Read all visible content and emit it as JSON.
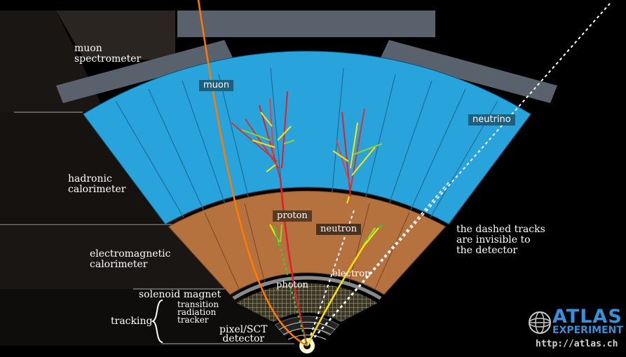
{
  "labels": {
    "muon_spectrometer": [
      "muon",
      "spectrometer"
    ],
    "hadronic_calorimeter": [
      "hadronic",
      "calorimeter"
    ],
    "electromagnetic_calorimeter": [
      "electromagnetic",
      "calorimeter"
    ],
    "solenoid_magnet": "solenoid magnet",
    "tracking": "tracking",
    "trt": [
      "transition",
      "radiation",
      "tracker"
    ],
    "pixel_sct": [
      "pixel/SCT",
      "detector"
    ],
    "note": [
      "the dashed tracks",
      "are invisible to",
      "the detector"
    ]
  },
  "particles": {
    "muon": "muon",
    "neutrino": "neutrino",
    "proton": "proton",
    "neutron": "neutron",
    "photon": "photon",
    "electron": "electron"
  },
  "logo": {
    "name": "ATLAS",
    "subtitle": "EXPERIMENT",
    "url": "http://atlas.ch"
  },
  "colors": {
    "background": "#000000",
    "hadronic": "#29a3dc",
    "em_calorimeter": "#b5723e",
    "muon_chamber": "#59626c",
    "tag_bg": "#1d5f7e",
    "muon_track": "#ff7a00",
    "proton_track": "#e0202e",
    "electron_track": "#ffe400",
    "photon_track": "#2fd13a",
    "invisible_track": "#ffffff",
    "logo_blue": "#3b8fd8"
  }
}
